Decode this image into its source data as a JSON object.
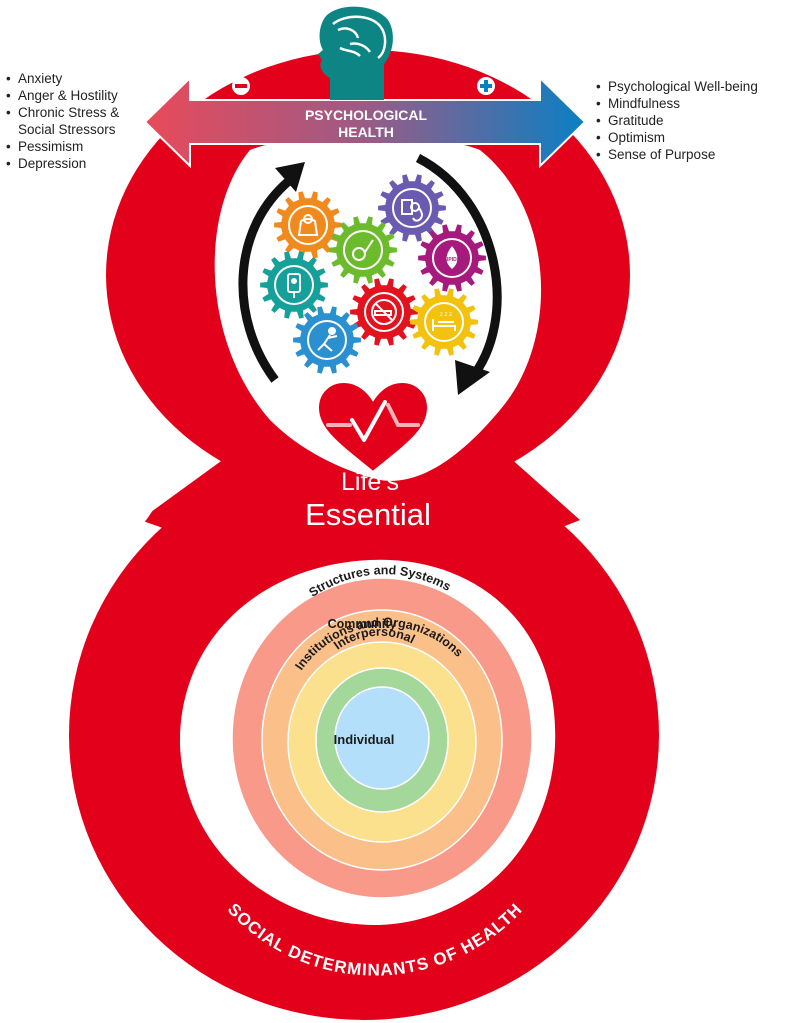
{
  "title_band": {
    "label_line1": "PSYCHOLOGICAL",
    "label_line2": "HEALTH",
    "negative_symbol": "−",
    "positive_symbol": "+",
    "negative_color": "#e94a5a",
    "positive_color": "#0a7fc4"
  },
  "negative_factors": [
    "Anxiety",
    "Anger & Hostility",
    "Chronic Stress &\nSocial Stressors",
    "Pessimism",
    "Depression"
  ],
  "positive_factors": [
    "Psychological Well-being",
    "Mindfulness",
    "Gratitude",
    "Optimism",
    "Sense of Purpose"
  ],
  "gears": [
    {
      "name": "weight",
      "icon": "scale-icon",
      "color": "#f18a1c"
    },
    {
      "name": "blood-pressure",
      "icon": "blood-pressure-cuff-icon",
      "color": "#6a5ab0"
    },
    {
      "name": "diet",
      "icon": "fruit-vegetable-icon",
      "color": "#6cbb2c"
    },
    {
      "name": "lipids",
      "icon": "lipids-drop-icon",
      "color": "#a51a7c",
      "label": "LIPIDS"
    },
    {
      "name": "blood-glucose",
      "icon": "glucose-meter-icon",
      "color": "#16a09a"
    },
    {
      "name": "nicotine",
      "icon": "no-smoking-icon",
      "color": "#e2131f"
    },
    {
      "name": "sleep",
      "icon": "sleep-bed-icon",
      "color": "#f2c20e",
      "label": "z z z"
    },
    {
      "name": "physical-activity",
      "icon": "exercise-icon",
      "color": "#2b90d0"
    }
  ],
  "brand": {
    "line1": "Life’s",
    "line2": "Essential",
    "figure_color": "#e2001a"
  },
  "ecological_rings": [
    {
      "label": "Structures and Systems",
      "color": "#f9998a"
    },
    {
      "label": "Community",
      "color": "#fbbf8a"
    },
    {
      "label": "Institutions and Organizations",
      "color": "#fbe08e"
    },
    {
      "label": "Interpersonal",
      "color": "#a3d89a"
    },
    {
      "label": "Individual",
      "color": "#b3dffa"
    }
  ],
  "footer_label": "SOCIAL DETERMINANTS OF HEALTH"
}
